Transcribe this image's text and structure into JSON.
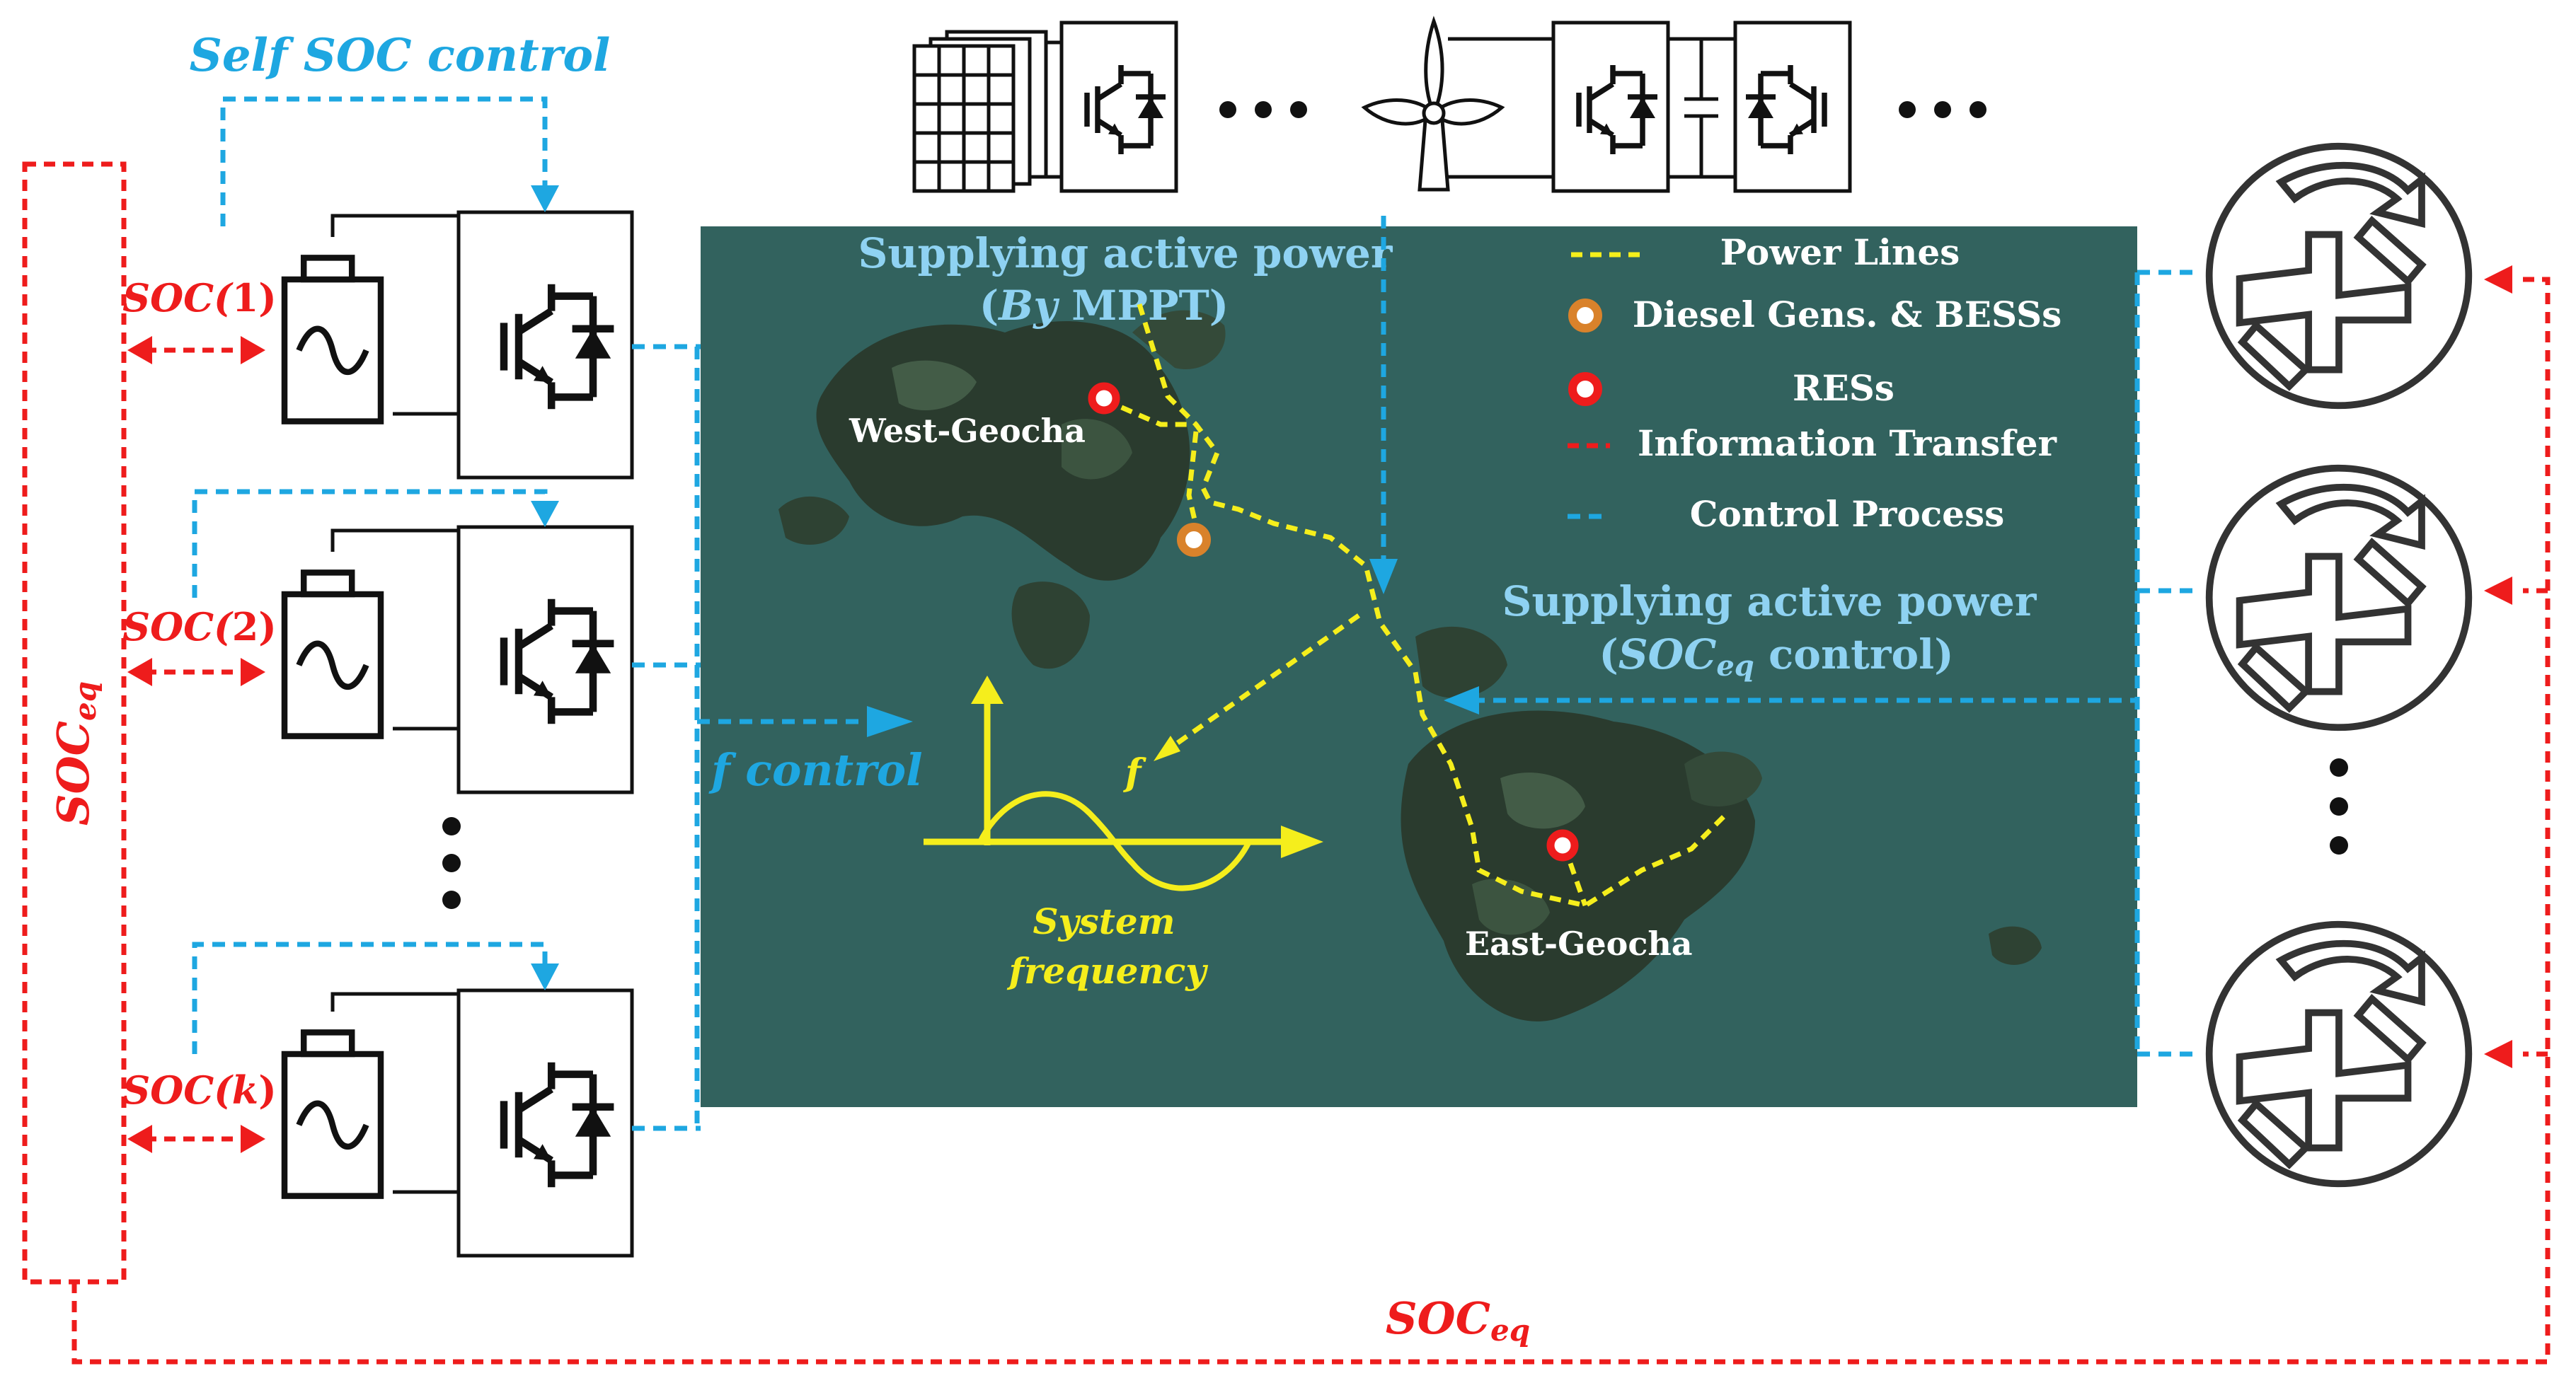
{
  "labels": {
    "self_soc_control": "Self SOC control",
    "soc_1_prefix": "SOC(",
    "soc_1_index": "1",
    "soc_1_suffix": ")",
    "soc_2_prefix": "SOC(",
    "soc_2_index": "2",
    "soc_2_suffix": ")",
    "soc_k_prefix": "SOC(",
    "soc_k_index": "k",
    "soc_k_suffix": ")",
    "soc_eq_base": "SOC",
    "soc_eq_sub": "eq",
    "f_control": "f control"
  },
  "map": {
    "supply_west_line1": "Supplying active power",
    "supply_west_by": "By",
    "supply_west_mppt": " MPPT)",
    "supply_west_open": "(",
    "supply_east_line1": "Supplying active power",
    "supply_east_open": "(",
    "supply_east_soc": "SOC",
    "supply_east_eq": "eq",
    "supply_east_rest": " control)",
    "west_island": "West-Geocha",
    "east_island": "East-Geocha",
    "freq_symbol": "f",
    "freq_caption_1": "System",
    "freq_caption_2": "frequency"
  },
  "legend": {
    "power_lines": "Power Lines",
    "diesel_bess": "Diesel Gens. & BESSs",
    "ress": "RESs",
    "info_transfer": "Information Transfer",
    "control_process": "Control Process"
  },
  "colors": {
    "control_blue": "#1EA7E1",
    "info_red": "#EE1C1C",
    "power_yellow": "#F5EE1C",
    "diesel_orange": "#D9822B",
    "map_sea": "#2F5E5A"
  },
  "icons": {
    "battery": "battery-icon",
    "inverter": "igbt-inverter-icon",
    "pv": "solar-panel-icon",
    "wind": "wind-turbine-icon",
    "generator": "synchronous-generator-icon"
  }
}
